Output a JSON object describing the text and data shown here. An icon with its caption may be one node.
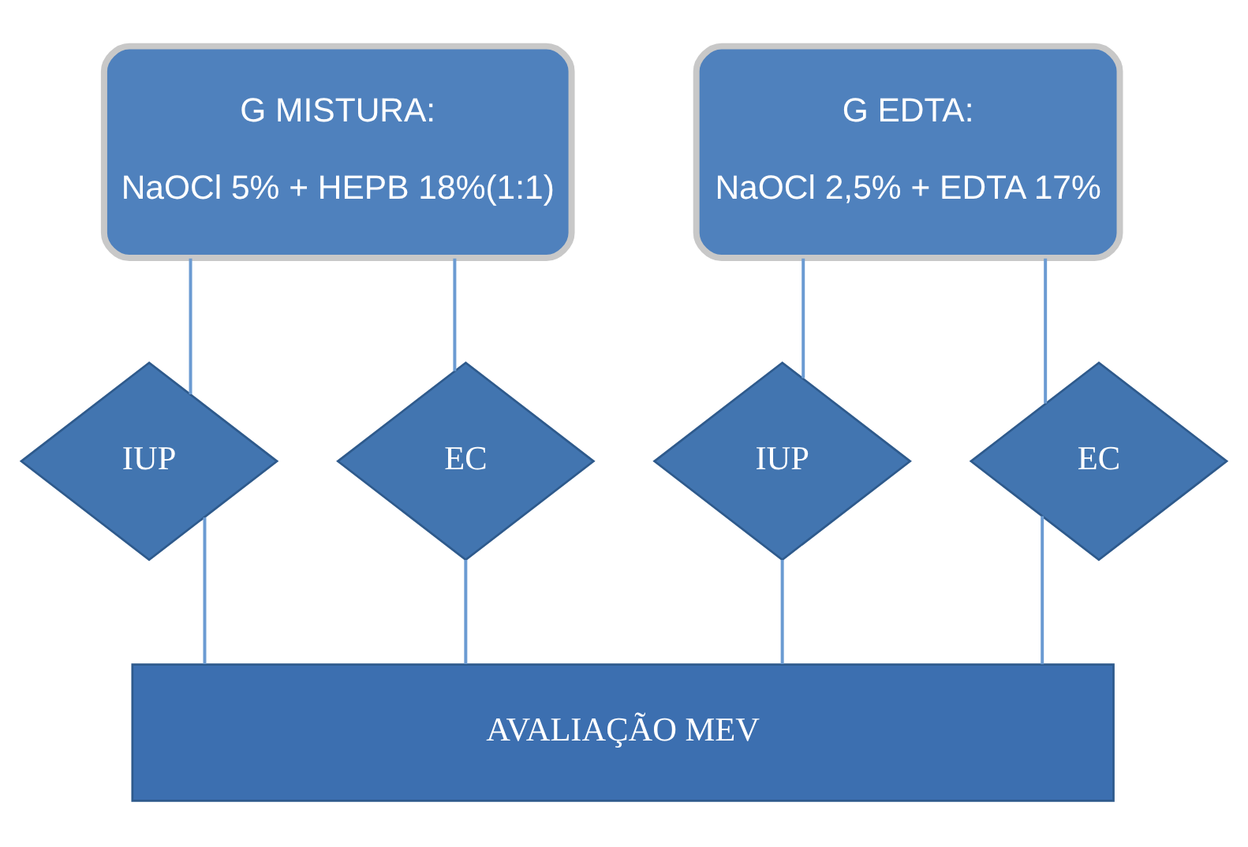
{
  "diagram": {
    "nodes": [
      {
        "text": [
          "G MISTURA:",
          "NaOCl 5% + HEPB 18%(1:1)"
        ]
      },
      {
        "text": [
          "G EDTA:",
          "NaOCl 2,5% + EDTA 17%"
        ]
      },
      {
        "text": [
          "IUP"
        ]
      },
      {
        "text": [
          "EC"
        ]
      },
      {
        "text": [
          "IUP"
        ]
      },
      {
        "text": [
          "EC"
        ]
      },
      {
        "text": [
          "AVALIAÇÃO MEV"
        ]
      }
    ],
    "edges": [
      {
        "from": 0,
        "to": 2,
        "arrow": "none"
      },
      {
        "from": 0,
        "to": 3,
        "arrow": "none"
      },
      {
        "from": 1,
        "to": 4,
        "arrow": "none"
      },
      {
        "from": 1,
        "to": 5,
        "arrow": "none"
      },
      {
        "from": 2,
        "to": 6,
        "arrow": "none"
      },
      {
        "from": 3,
        "to": 6,
        "arrow": "none"
      },
      {
        "from": 4,
        "to": 6,
        "arrow": "none"
      },
      {
        "from": 5,
        "to": 6,
        "arrow": "none"
      }
    ]
  }
}
